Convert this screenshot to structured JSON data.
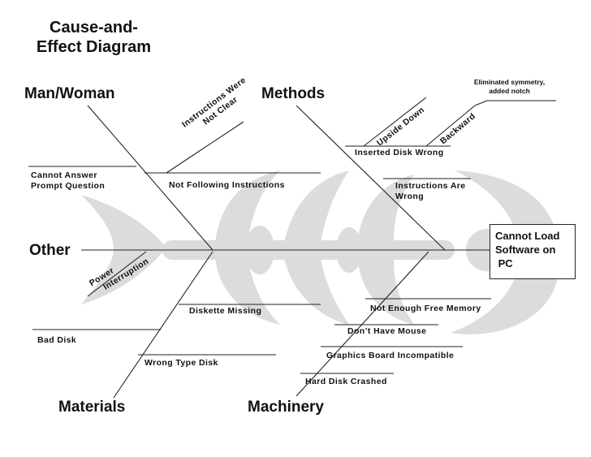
{
  "title": [
    "Cause-and-",
    "Effect Diagram"
  ],
  "effect": [
    "Cannot Load",
    "Software on",
    " PC"
  ],
  "categories": {
    "man_woman": "Man/Woman",
    "methods": "Methods",
    "other": "Other",
    "materials": "Materials",
    "machinery": "Machinery"
  },
  "causes": {
    "instructions_not_clear": [
      "Instructions Were",
      "Not Clear"
    ],
    "cannot_answer_prompt": [
      "Cannot Answer",
      "Prompt Question"
    ],
    "not_following_instructions": "Not Following Instructions",
    "upside_down": "Upside Down",
    "backward": "Backward",
    "inserted_disk_wrong": "Inserted Disk Wrong",
    "instructions_are_wrong": [
      "Instructions Are",
      "Wrong"
    ],
    "power_interruption": [
      "Power",
      "Interruption"
    ],
    "diskette_missing": "Diskette Missing",
    "bad_disk": "Bad Disk",
    "wrong_type_disk": "Wrong Type Disk",
    "not_enough_memory": "Not Enough Free Memory",
    "dont_have_mouse": "Don’t Have Mouse",
    "graphics_board": "Graphics Board Incompatible",
    "hard_disk_crashed": "Hard Disk Crashed"
  },
  "annotation": [
    "Eliminated symmetry,",
    "added notch"
  ]
}
